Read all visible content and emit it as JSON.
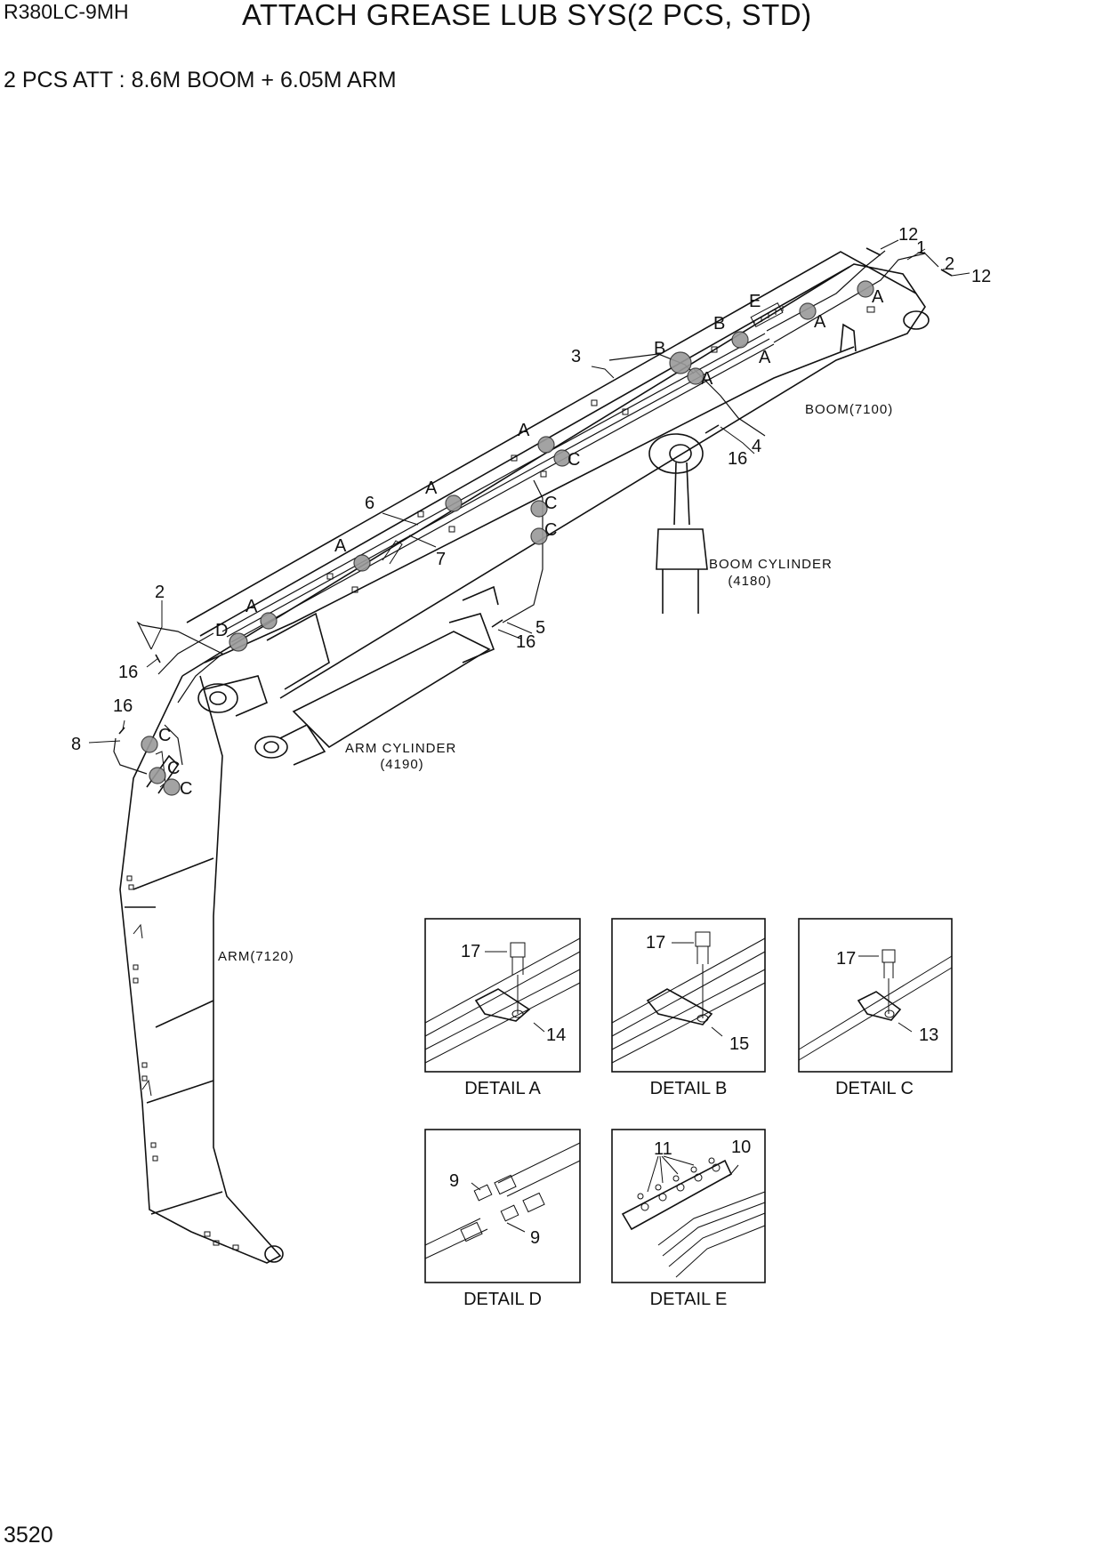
{
  "header": {
    "model": "R380LC-9MH",
    "title": "ATTACH GREASE LUB SYS(2 PCS, STD)",
    "subtitle": "2 PCS ATT : 8.6M BOOM + 6.05M ARM"
  },
  "page_number": "3520",
  "components": {
    "boom": "BOOM(7100)",
    "boom_cylinder": "BOOM CYLINDER",
    "boom_cylinder_code": "(4180)",
    "arm_cylinder": "ARM CYLINDER",
    "arm_cylinder_code": "(4190)",
    "arm": "ARM(7120)"
  },
  "callouts": {
    "p12a": "12",
    "p1": "1",
    "p2a": "2",
    "p12b": "12",
    "pE": "E",
    "pAa": "A",
    "pAb": "A",
    "pBa": "B",
    "pAc": "A",
    "p3": "3",
    "pBb": "B",
    "pAd": "A",
    "pAe": "A",
    "pCa": "C",
    "p4": "4",
    "p16a": "16",
    "p6": "6",
    "pAf": "A",
    "pCb": "C",
    "pCc": "C",
    "pAg": "A",
    "p7": "7",
    "p2b": "2",
    "pAh": "A",
    "pD": "D",
    "p5": "5",
    "p16b": "16",
    "p16c": "16",
    "p16d": "16",
    "p8": "8",
    "pCd": "C",
    "pCe": "C",
    "pCf": "C"
  },
  "details": {
    "a": {
      "caption": "DETAIL A",
      "bolt": "17",
      "clamp": "14"
    },
    "b": {
      "caption": "DETAIL B",
      "bolt": "17",
      "clamp": "15"
    },
    "c": {
      "caption": "DETAIL C",
      "bolt": "17",
      "clamp": "13"
    },
    "d": {
      "caption": "DETAIL D",
      "fitting_a": "9",
      "fitting_b": "9"
    },
    "e": {
      "caption": "DETAIL E",
      "nipples": "11",
      "block": "10"
    }
  }
}
